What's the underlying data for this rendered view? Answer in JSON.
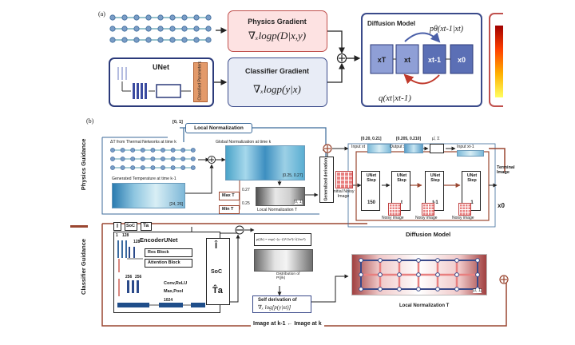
{
  "panel_a": {
    "label": "(a)",
    "physics_gradient": {
      "title": "Physics Gradient",
      "formula": "∇ₓlogp(D|x,y)"
    },
    "classifier_gradient": {
      "title": "Classifier Gradient",
      "formula": "∇ₓlogp(y|x)"
    },
    "unet": {
      "title": "UNet",
      "side_label": "Classified Parameters"
    },
    "diffusion": {
      "title": "Diffusion Model",
      "reverse_formula": "pθ(xt-1|xt)",
      "forward_formula": "q(xt|xt-1)",
      "states": [
        "xT",
        "xt",
        "xt-1",
        "x0"
      ],
      "dots": "···"
    }
  },
  "panel_b": {
    "label": "(b)",
    "physics_guidance": "Physics Guidance",
    "classifier_guidance": "Classifier Guidance",
    "local_norm_range": "[0, 1]",
    "local_normalization": "Local Normalization",
    "delta_t_label": "ΔT from Thermal Networks at time k",
    "global_norm_label": "Global Normalization at time k",
    "global_norm_range": "[0.25, 0.27]",
    "generated_temp_label": "Generated Temperature at time k-1",
    "generated_temp_range": "[24, 26]",
    "max_t": "Max T",
    "max_t_val": "0.27",
    "min_t": "Min T",
    "min_t_val": "0.25",
    "local_norm_t_small": "Local Normalization T",
    "local_norm_small_range": "[0, 1]",
    "gen_derivation": "Generalized derivation",
    "input_range_left": "[0.20, 0.21]",
    "input_range_right": "[0.205, 0.210]",
    "input_xt": "Input xt",
    "output_xt": "Output xt",
    "mu_sigma": "μ̂, Σ",
    "input_xt1": "Input xt-1",
    "initial_noisy_image": "Initial Noisy Image",
    "unet_steps": [
      {
        "label": "UNet Step",
        "num": "150"
      },
      {
        "label": "UNet Step",
        "num": "t"
      },
      {
        "label": "UNet Step",
        "num": "t-1"
      },
      {
        "label": "UNet Step",
        "num": "1"
      }
    ],
    "noisy_image": "Noisy image",
    "diffusion_model": "Diffusion Model",
    "terminal_image": "Terminal Image",
    "x0": "x0",
    "input_i": "I",
    "input_soc": "SoC",
    "input_ta": "Ta",
    "encoder_unet": "EncoderUNet",
    "res_block": "Res Block",
    "attention_block": "Attention Block",
    "dims": [
      "1",
      "128",
      "128",
      "256",
      "256",
      "1024"
    ],
    "conv_relu": "Conv,ReLU",
    "max_pool": "Max,Pool",
    "pred_i": "Î",
    "pred_soc": "SoC",
    "pred_ta": "T̂a",
    "gaussian_formula": "p(ŷk) = exp(−(y−ŷ)²/2σ²)/√(2πσ²)",
    "distribution_label": "Distribution of P(ŷk)",
    "self_derivation_title": "Self derivation of",
    "self_derivation_formula": "∇ₓ log[p(y|xt)]",
    "local_norm_t_big": "Local Normalization T",
    "local_norm_big_range": "[0, 1]",
    "image_time": "Image at k-1 ← Image at k",
    "operator": "⊕",
    "minus": "⊖"
  },
  "colors": {
    "physics_bg": "#fde2e2",
    "physics_border": "#c0504d",
    "classifier_bg": "#e8ecf6",
    "classifier_border": "#3a4a8a",
    "diffusion_border": "#3a4a8a",
    "state_dark": "#5b6fb5",
    "state_light": "#8f9fd6",
    "reverse_arrow": "#4a5fa8",
    "forward_arrow": "#c0392b",
    "grid_node": "#7a9cc6",
    "grid_line": "#5aa0b0",
    "section_red": "#9a4630",
    "pink_grid": "#e88080"
  }
}
